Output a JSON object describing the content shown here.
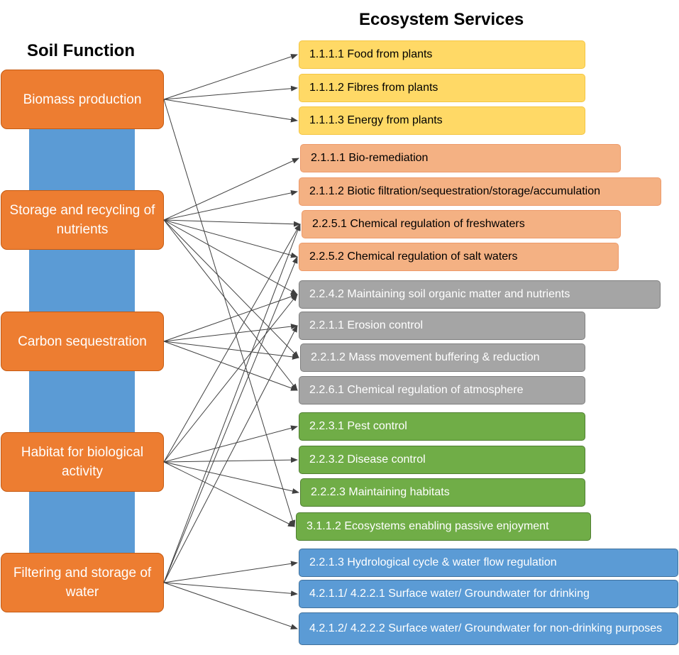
{
  "titles": {
    "soil_function": "Soil Function",
    "ecosystem_services": "Ecosystem Services"
  },
  "colors": {
    "function_box": "#ed7d31",
    "function_bar": "#5b9bd5",
    "provisioning": "#ffd966",
    "regulating_bio": "#f4b183",
    "regulating_soil": "#a5a5a5",
    "habitat": "#70ad47",
    "water": "#5b9bd5",
    "arrow": "#404040"
  },
  "soil_functions": [
    {
      "label": "Biomass production"
    },
    {
      "label": "Storage and recycling of nutrients"
    },
    {
      "label": "Carbon sequestration"
    },
    {
      "label": "Habitat for biological activity"
    },
    {
      "label": "Filtering and storage of water"
    }
  ],
  "ecosystem_services": [
    {
      "label": "1.1.1.1 Food from plants"
    },
    {
      "label": "1.1.1.2 Fibres from plants"
    },
    {
      "label": "1.1.1.3 Energy from plants"
    },
    {
      "label": "2.1.1.1 Bio-remediation"
    },
    {
      "label": "2.1.1.2 Biotic filtration/sequestration/storage/accumulation"
    },
    {
      "label": "2.2.5.1 Chemical regulation of freshwaters"
    },
    {
      "label": "2.2.5.2 Chemical regulation of salt waters"
    },
    {
      "label": "2.2.4.2 Maintaining soil organic matter and nutrients"
    },
    {
      "label": "2.2.1.1 Erosion control"
    },
    {
      "label": "2.2.1.2 Mass movement buffering & reduction"
    },
    {
      "label": "2.2.6.1 Chemical regulation of atmosphere"
    },
    {
      "label": "2.2.3.1 Pest control"
    },
    {
      "label": "2.2.3.2 Disease control"
    },
    {
      "label": "2.2.2.3 Maintaining habitats"
    },
    {
      "label": "3.1.1.2 Ecosystems enabling passive enjoyment"
    },
    {
      "label": "2.2.1.3  Hydrological cycle & water flow regulation"
    },
    {
      "label": "4.2.1.1/ 4.2.2.1  Surface water/ Groundwater for drinking"
    },
    {
      "label": "4.2.1.2/ 4.2.2.2 Surface water/ Groundwater  for non-drinking purposes"
    }
  ],
  "links": [
    [
      0,
      0
    ],
    [
      0,
      1
    ],
    [
      0,
      2
    ],
    [
      0,
      14
    ],
    [
      1,
      3
    ],
    [
      1,
      4
    ],
    [
      1,
      5
    ],
    [
      1,
      6
    ],
    [
      1,
      7
    ],
    [
      1,
      9
    ],
    [
      1,
      10
    ],
    [
      2,
      7
    ],
    [
      2,
      8
    ],
    [
      2,
      10
    ],
    [
      2,
      9
    ],
    [
      3,
      11
    ],
    [
      3,
      12
    ],
    [
      3,
      13
    ],
    [
      3,
      14
    ],
    [
      3,
      5
    ],
    [
      3,
      7
    ],
    [
      4,
      15
    ],
    [
      4,
      16
    ],
    [
      4,
      17
    ],
    [
      4,
      5
    ],
    [
      4,
      8
    ],
    [
      4,
      6
    ]
  ]
}
